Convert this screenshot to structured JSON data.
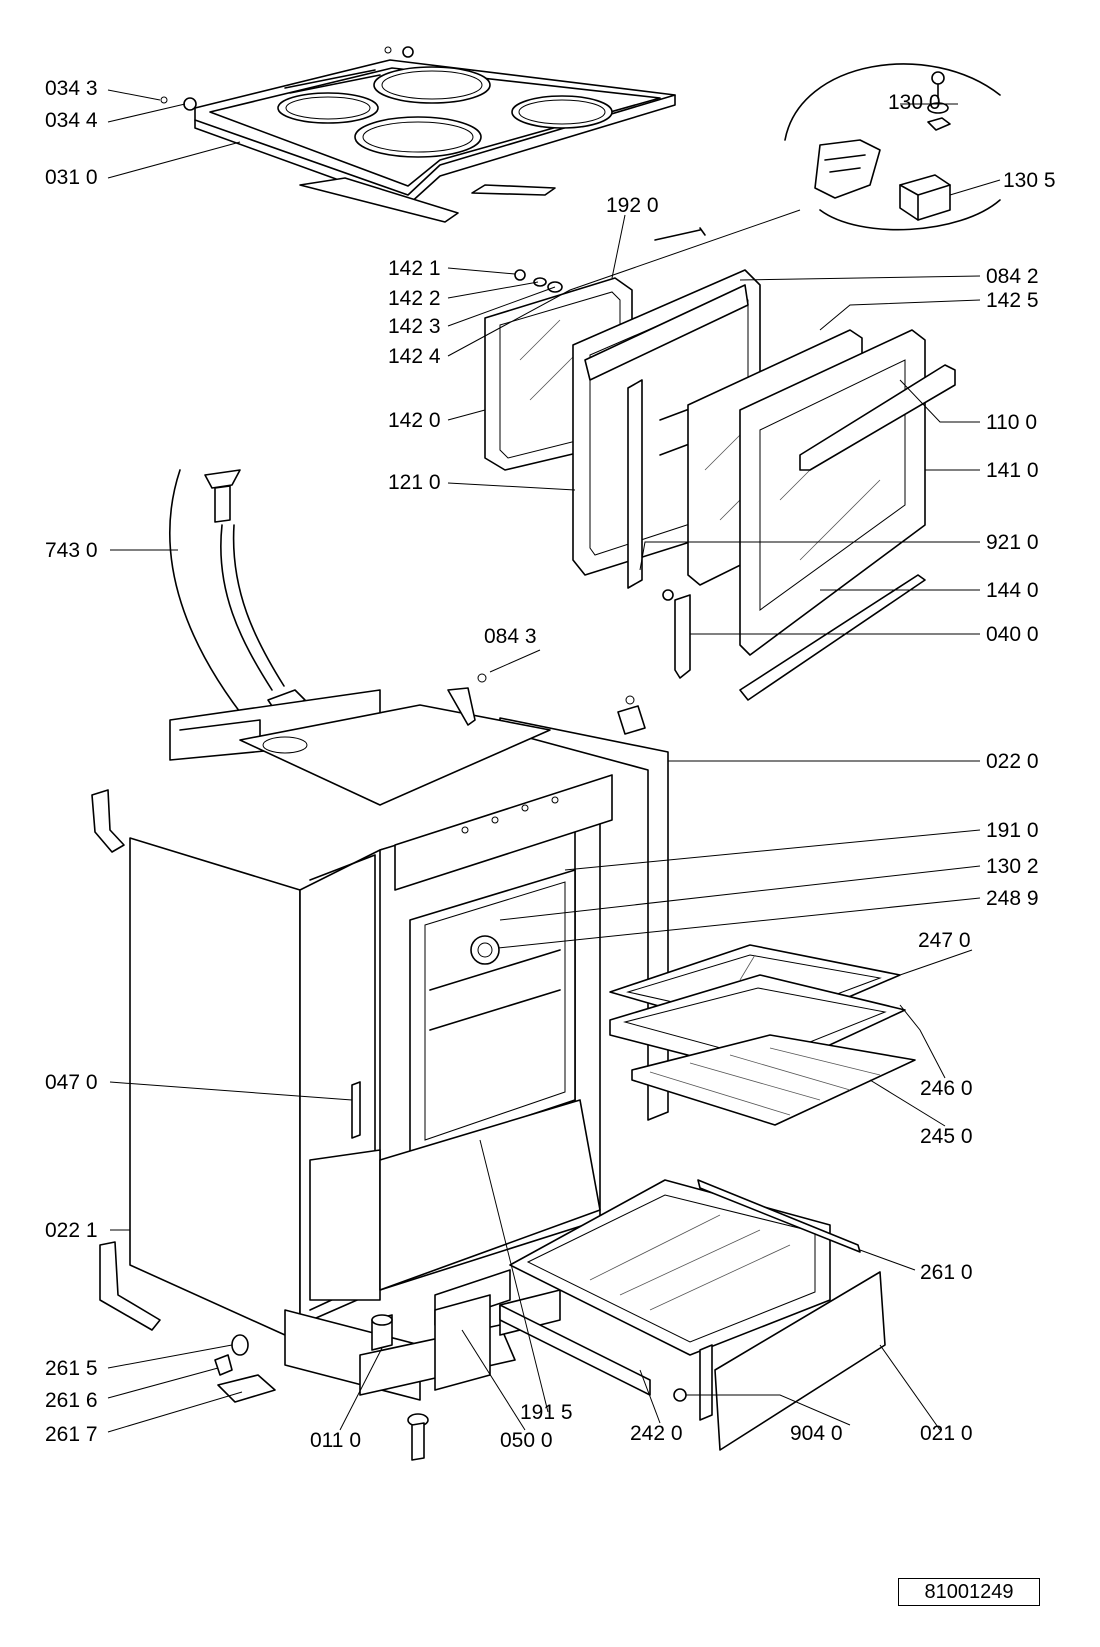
{
  "document_ref": "81001249",
  "callouts": [
    {
      "key": "c0343",
      "label": "034 3"
    },
    {
      "key": "c0344",
      "label": "034 4"
    },
    {
      "key": "c0310",
      "label": "031 0"
    },
    {
      "key": "c1300",
      "label": "130 0"
    },
    {
      "key": "c1305",
      "label": "130 5"
    },
    {
      "key": "c1920",
      "label": "192 0"
    },
    {
      "key": "c1421",
      "label": "142 1"
    },
    {
      "key": "c1422",
      "label": "142 2"
    },
    {
      "key": "c1423",
      "label": "142 3"
    },
    {
      "key": "c1424",
      "label": "142 4"
    },
    {
      "key": "c0842",
      "label": "084 2"
    },
    {
      "key": "c1425",
      "label": "142 5"
    },
    {
      "key": "c1420",
      "label": "142 0"
    },
    {
      "key": "c1100",
      "label": "110 0"
    },
    {
      "key": "c1210",
      "label": "121 0"
    },
    {
      "key": "c1410",
      "label": "141 0"
    },
    {
      "key": "c7430",
      "label": "743 0"
    },
    {
      "key": "c9210",
      "label": "921 0"
    },
    {
      "key": "c1440",
      "label": "144 0"
    },
    {
      "key": "c0843",
      "label": "084 3"
    },
    {
      "key": "c0400",
      "label": "040 0"
    },
    {
      "key": "c0220",
      "label": "022 0"
    },
    {
      "key": "c1910",
      "label": "191 0"
    },
    {
      "key": "c1302",
      "label": "130 2"
    },
    {
      "key": "c2489",
      "label": "248 9"
    },
    {
      "key": "c2470",
      "label": "247 0"
    },
    {
      "key": "c0470",
      "label": "047 0"
    },
    {
      "key": "c2460",
      "label": "246 0"
    },
    {
      "key": "c2450",
      "label": "245 0"
    },
    {
      "key": "c0221",
      "label": "022 1"
    },
    {
      "key": "c2610",
      "label": "261 0"
    },
    {
      "key": "c2615",
      "label": "261 5"
    },
    {
      "key": "c2616",
      "label": "261 6"
    },
    {
      "key": "c2617",
      "label": "261 7"
    },
    {
      "key": "c0110",
      "label": "011 0"
    },
    {
      "key": "c0500",
      "label": "050 0"
    },
    {
      "key": "c1915",
      "label": "191 5"
    },
    {
      "key": "c2420",
      "label": "242 0"
    },
    {
      "key": "c9040",
      "label": "904 0"
    },
    {
      "key": "c0210",
      "label": "021 0"
    }
  ]
}
